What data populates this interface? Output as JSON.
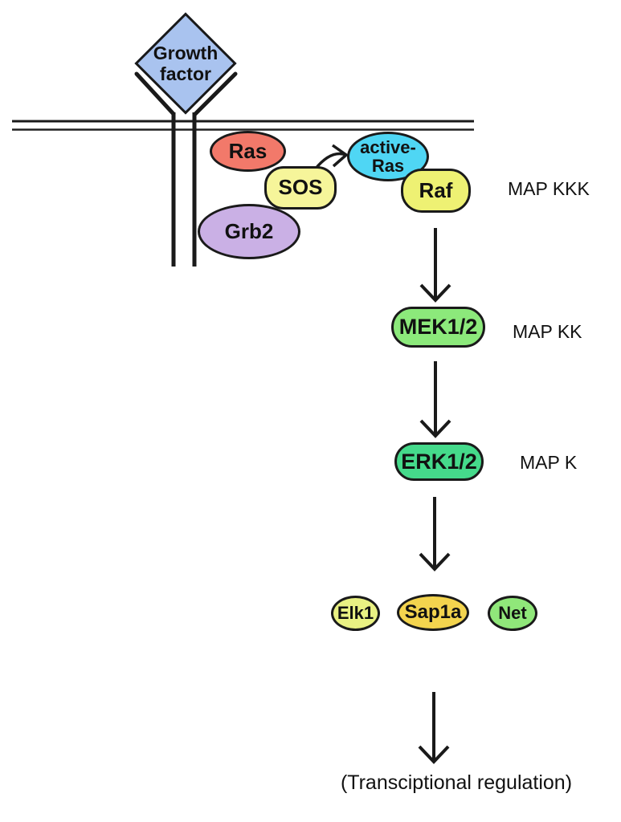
{
  "figure": {
    "background": "#ffffff",
    "outline_color": "#1a1a1a",
    "nodes": {
      "growth_factor": {
        "line1": "Growth",
        "line2": "factor",
        "shape": "diamond",
        "color": "#a9c3ef"
      },
      "ras": {
        "label": "Ras",
        "shape": "ellipse",
        "color": "#f2796a"
      },
      "sos": {
        "label": "SOS",
        "shape": "rounded-rect",
        "color": "#f6f59a"
      },
      "grb2": {
        "label": "Grb2",
        "shape": "ellipse",
        "color": "#cab0e5"
      },
      "active_ras": {
        "line1": "active-",
        "line2": "Ras",
        "shape": "ellipse",
        "color": "#4fd6f4"
      },
      "raf": {
        "label": "Raf",
        "shape": "rounded-rect",
        "color": "#eef173"
      },
      "mek12": {
        "label": "MEK1/2",
        "shape": "rounded-rect",
        "color": "#8ce97b"
      },
      "erk12": {
        "label": "ERK1/2",
        "shape": "rounded-rect",
        "color": "#45da8b"
      },
      "elk1": {
        "label": "Elk1",
        "shape": "ellipse",
        "color": "#e9f183"
      },
      "sap1a": {
        "label": "Sap1a",
        "shape": "ellipse",
        "color": "#f3d44e"
      },
      "net": {
        "label": "Net",
        "shape": "ellipse",
        "color": "#90e77a"
      }
    },
    "tier_labels": {
      "map_kkk": "MAP KKK",
      "map_kk": "MAP KK",
      "map_k": "MAP K"
    },
    "footer": "(Transciptional regulation)"
  }
}
